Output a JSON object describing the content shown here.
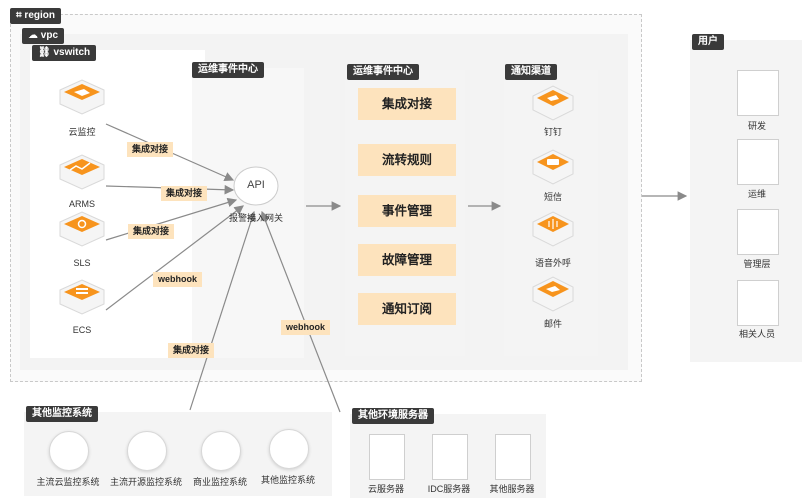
{
  "region": {
    "label": "region"
  },
  "vpc": {
    "label": "vpc"
  },
  "vswitch": {
    "label": "vswitch",
    "products": [
      {
        "label": "云监控",
        "icon": "cloud-monitor-icon"
      },
      {
        "label": "ARMS",
        "icon": "arms-icon"
      },
      {
        "label": "SLS",
        "icon": "sls-icon"
      },
      {
        "label": "ECS",
        "icon": "ecs-icon"
      }
    ]
  },
  "gateway_panel": {
    "title": "运维事件中心",
    "api_text": "API",
    "api_caption": "报警接入网关"
  },
  "center_panel": {
    "title": "运维事件中心",
    "modules": [
      "集成对接",
      "流转规则",
      "事件管理",
      "故障管理",
      "通知订阅"
    ]
  },
  "notify_panel": {
    "title": "通知渠道",
    "channels": [
      {
        "label": "钉钉",
        "icon": "dingtalk-icon"
      },
      {
        "label": "短信",
        "icon": "sms-icon"
      },
      {
        "label": "语音外呼",
        "icon": "voice-call-icon"
      },
      {
        "label": "邮件",
        "icon": "email-icon"
      }
    ]
  },
  "users_panel": {
    "title": "用户",
    "users": [
      "研发",
      "运维",
      "管理层",
      "相关人员"
    ]
  },
  "links": {
    "cms": "集成对接",
    "arms": "集成对接",
    "sls": "集成对接",
    "ecs": "webhook",
    "other_monitor": "集成对接",
    "other_server": "webhook"
  },
  "other_monitor": {
    "title": "其他监控系统",
    "systems": [
      "主流云监控系统",
      "主流开源监控系统",
      "商业监控系统",
      "其他监控系统"
    ]
  },
  "other_servers": {
    "title": "其他环境服务器",
    "servers": [
      "云服务器",
      "IDC服务器",
      "其他服务器"
    ]
  },
  "colors": {
    "accent_orange": "#f7941d",
    "label_bg": "#fde3bd",
    "tag_bg": "#3a3a3a",
    "arrow": "#8a8a8a"
  }
}
